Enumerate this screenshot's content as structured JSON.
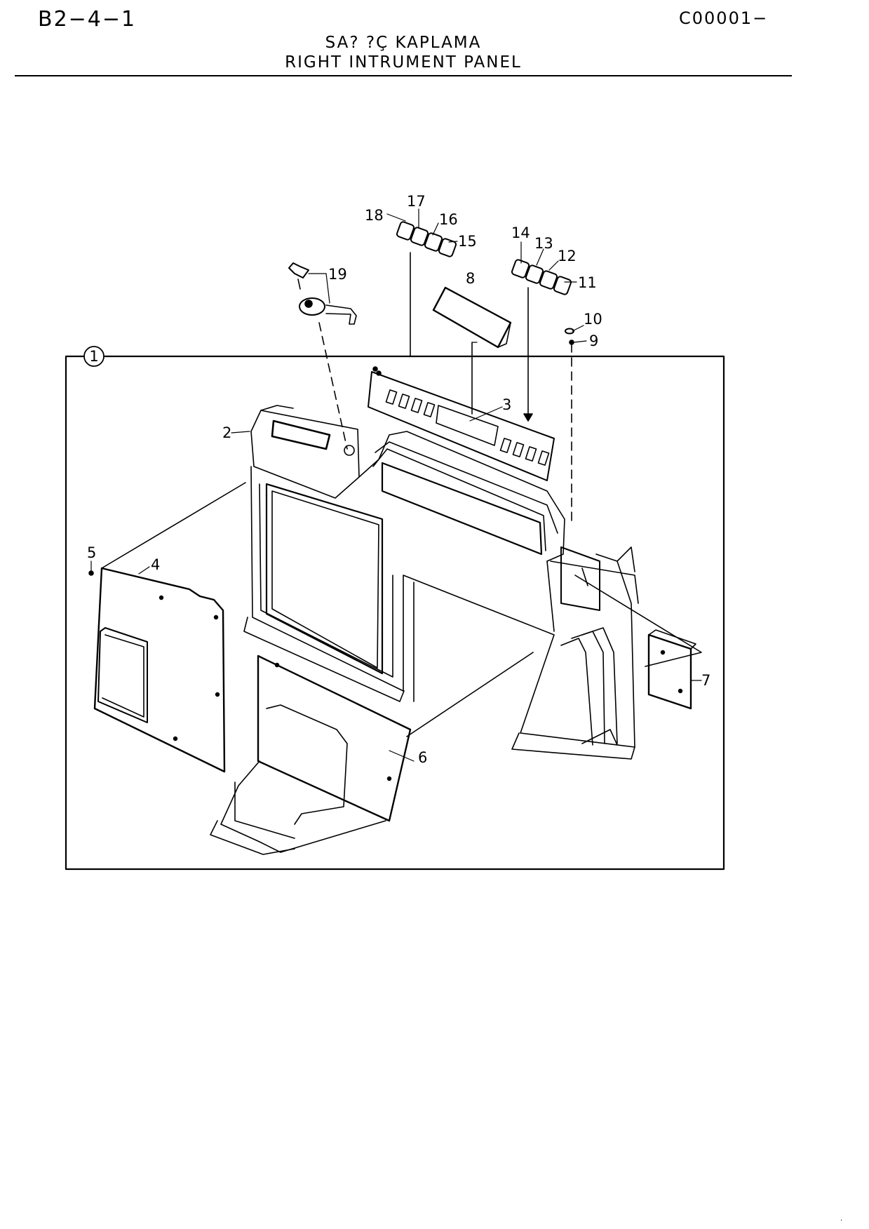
{
  "header": {
    "page_code": "B2−4−1",
    "doc_code": "C00001−",
    "title_tr": "SA? ?Ç KAPLAMA",
    "title_en": "RIGHT INTRUMENT PANEL"
  },
  "callouts": {
    "c1": "1",
    "c2": "2",
    "c3": "3",
    "c4": "4",
    "c5": "5",
    "c6": "6",
    "c7": "7",
    "c8": "8",
    "c9": "9",
    "c10": "10",
    "c11": "11",
    "c12": "12",
    "c13": "13",
    "c14": "14",
    "c15": "15",
    "c16": "16",
    "c17": "17",
    "c18": "18",
    "c19": "19"
  },
  "footer_mark": "."
}
